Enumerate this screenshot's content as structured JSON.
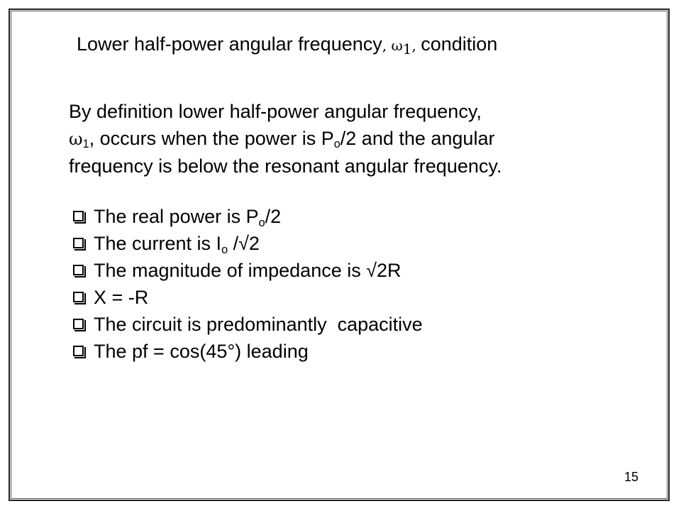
{
  "slide": {
    "title": {
      "pre": "Lower half-power angular frequency",
      "comma1": ", ",
      "omega": "ω",
      "omega_sub": "1",
      "comma2": ", ",
      "post": "condition"
    },
    "paragraph": {
      "line1": "By definition lower half-power angular frequency,",
      "omega": "ω",
      "omega_sub": "1",
      "line2_mid": ", occurs when the power is P",
      "p_sub": "o",
      "line2_end": "/2 and the angular",
      "line3": "frequency is below the resonant angular frequency."
    },
    "bullets": [
      {
        "pre": "The real power is P",
        "sub": "o",
        "post": "/2"
      },
      {
        "pre": "The current is I",
        "sub": "o",
        "post": " /√2"
      },
      {
        "pre": "The magnitude of impedance is √2R",
        "sub": "",
        "post": ""
      },
      {
        "pre": "X = -R",
        "sub": "",
        "post": ""
      },
      {
        "pre": "The circuit is predominantly  capacitive",
        "sub": "",
        "post": ""
      },
      {
        "pre": "The pf = cos(45°) leading",
        "sub": "",
        "post": ""
      }
    ],
    "page_number": "15"
  }
}
